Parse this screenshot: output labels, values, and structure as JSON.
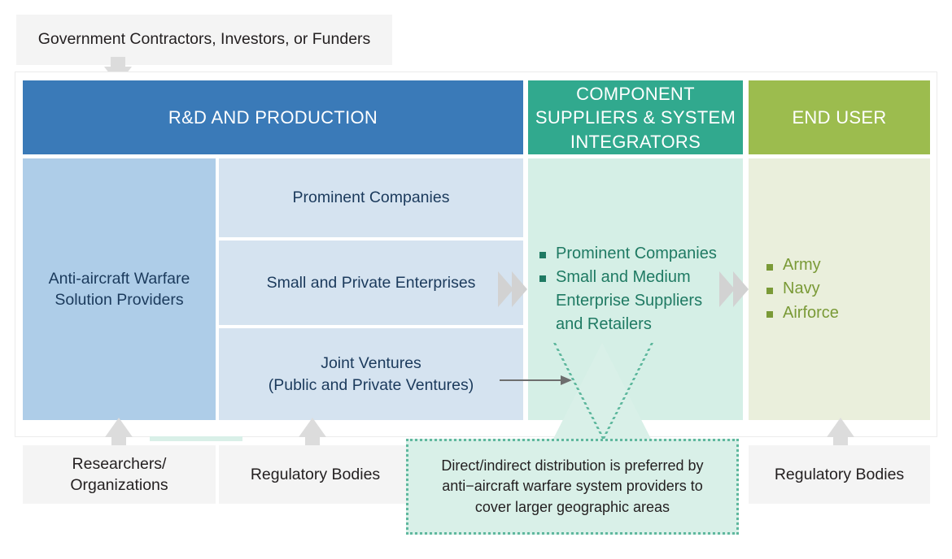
{
  "diagram": {
    "title_top": "Government Contractors, Investors, or Funders",
    "columns": [
      {
        "key": "rd_production",
        "header": "R&D AND PRODUCTION",
        "header_color": "#3a7ab8",
        "body_color": "#d5e3f0",
        "left_block": "Anti-aircraft Warfare Solution Providers",
        "items": [
          "Prominent Companies",
          "Small and Private Enterprises",
          "Joint Ventures\n(Public and Private Ventures)"
        ]
      },
      {
        "key": "component_suppliers",
        "header": "COMPONENT SUPPLIERS & SYSTEM INTEGRATORS",
        "header_color": "#31a98e",
        "body_color": "#d5efe6",
        "items": [
          "Prominent Companies",
          "Small and Medium Enterprise Suppliers and Retailers"
        ]
      },
      {
        "key": "end_user",
        "header": "END USER",
        "header_color": "#9cbc4e",
        "body_color": "#eaefdc",
        "items": [
          "Army",
          "Navy",
          "Airforce"
        ]
      }
    ],
    "left_block_label": "Anti-aircraft Warfare Solution Providers",
    "sub_boxes": {
      "prominent": "Prominent Companies",
      "small_private": "Small and Private Enterprises",
      "joint_ventures_line1": "Joint Ventures",
      "joint_ventures_line2": "(Public and Private Ventures)"
    },
    "supplier_bullets": [
      "Prominent Companies",
      "Small and Medium Enterprise Suppliers and Retailers"
    ],
    "end_user_bullets": [
      "Army",
      "Navy",
      "Airforce"
    ],
    "bottom_boxes": {
      "researchers": "Researchers/ Organizations",
      "regulatory_left": "Regulatory Bodies",
      "regulatory_right": "Regulatory Bodies"
    },
    "callout": {
      "text": "Direct/indirect distribution is preferred by anti−aircraft warfare system providers to cover larger geographic areas",
      "fill": "#d9f0e8",
      "border": "#5fb89e"
    },
    "headers": {
      "rd": "R&D AND PRODUCTION",
      "supplier": "COMPONENT SUPPLIERS & SYSTEM INTEGRATORS",
      "end_user": "END USER"
    }
  }
}
